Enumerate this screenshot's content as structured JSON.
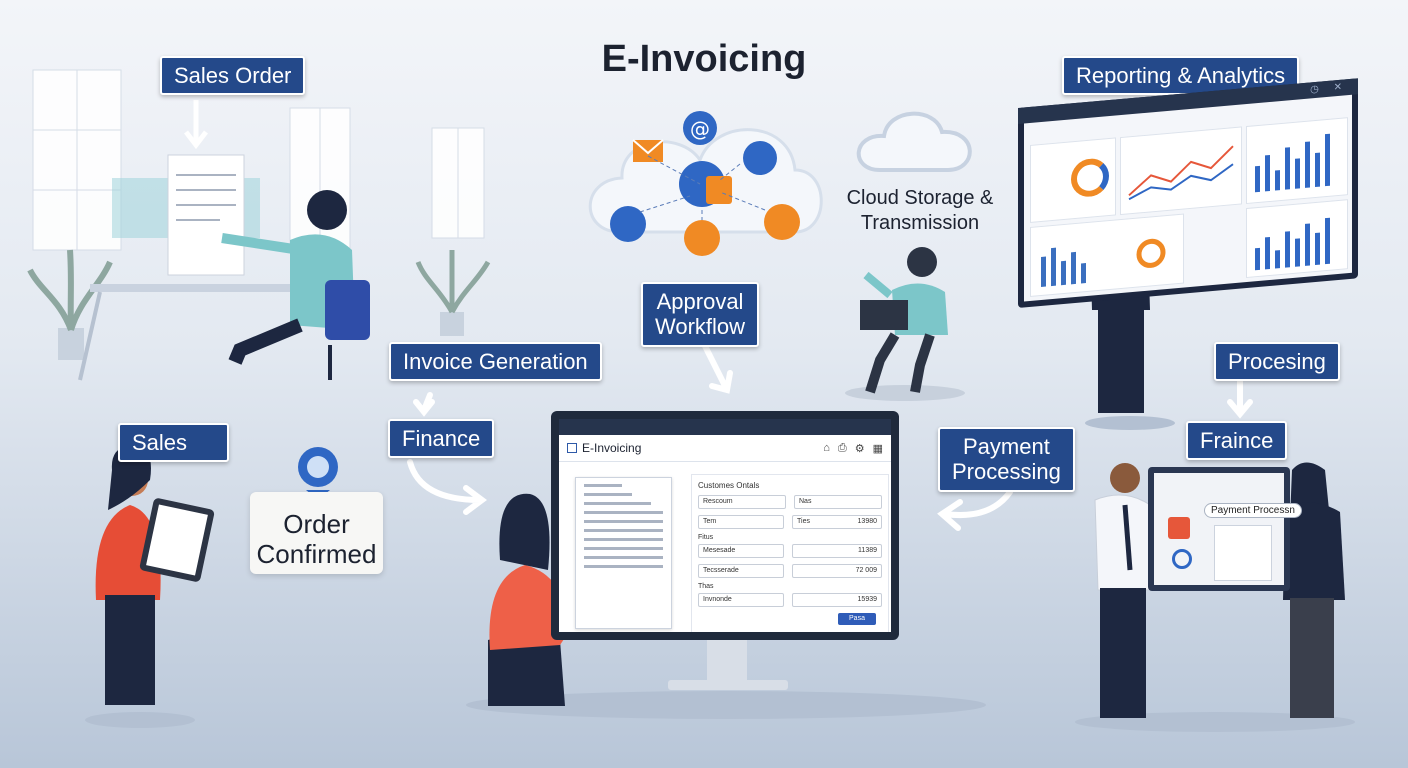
{
  "title": "E-Invoicing",
  "labels": {
    "sales_order": "Sales Order",
    "reporting": "Reporting & Analytics",
    "cloud": "Cloud Storage &\nTransmission",
    "approval": "Approval\nWorkflow",
    "invoice_generation": "Invoice Generation",
    "procesing": "Procesing",
    "sales": "Sales",
    "finance": "Finance",
    "payment": "Payment\nProcessing",
    "fraince": "Fraince",
    "order_confirmed": "Order\nConfirmed"
  },
  "monitor": {
    "app_title": "E-Invoicing",
    "form_header": "Customes Ontals",
    "fields": [
      {
        "left": "Rescoum",
        "right": "Nas"
      },
      {
        "left": "Tem",
        "right": "Ties",
        "value": "13980"
      }
    ],
    "section1": "Fitus",
    "rows1": [
      {
        "left": "Mesesade",
        "value": "11389"
      },
      {
        "left": "Tecsserade",
        "value": "72 009"
      }
    ],
    "section2": "Thas",
    "rows2": [
      {
        "left": "Invnonde",
        "value": "15939"
      }
    ],
    "submit": "Pasa"
  },
  "board": {
    "label": "Payment Processn"
  },
  "colors": {
    "tag_bg": "#24498a",
    "accent_orange": "#f08a24",
    "accent_blue": "#2f67c4"
  }
}
